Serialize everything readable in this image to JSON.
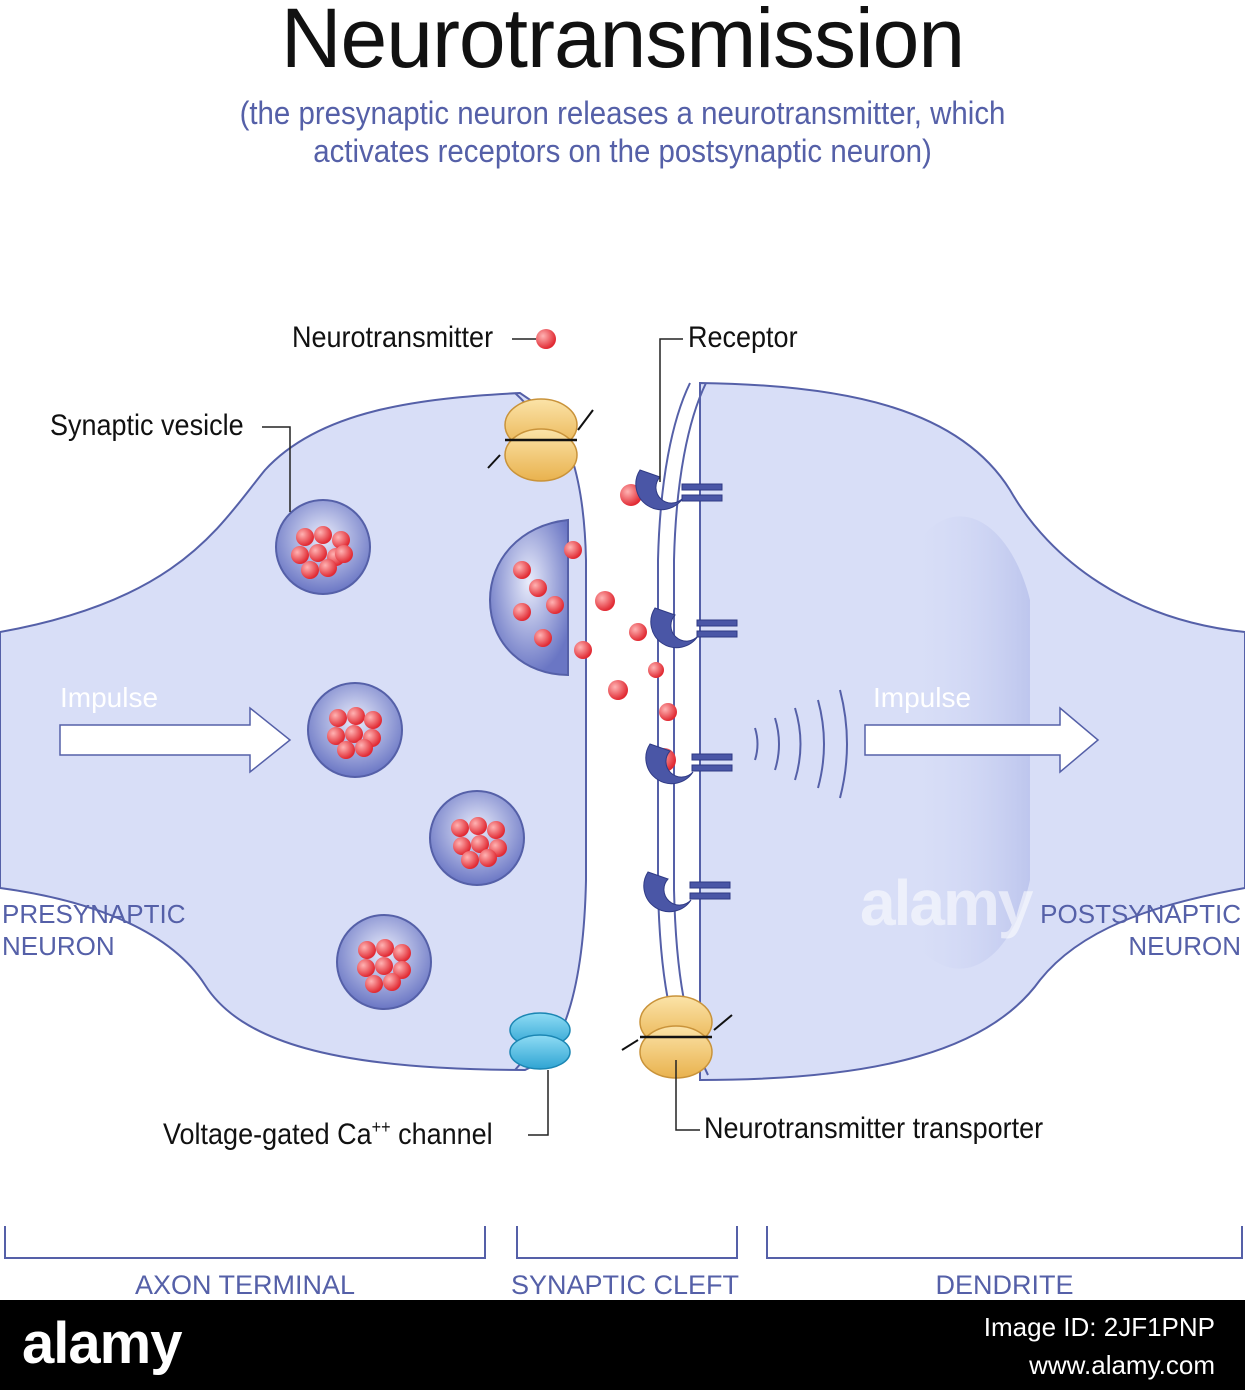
{
  "title": "Neurotransmission",
  "subtitle_line1": "(the presynaptic neuron releases a neurotransmitter, which",
  "subtitle_line2": "activates receptors on the postsynaptic neuron)",
  "labels": {
    "neurotransmitter": "Neurotransmitter",
    "receptor": "Receptor",
    "synaptic_vesicle": "Synaptic vesicle",
    "ca_channel_prefix": "Voltage-gated Ca",
    "ca_channel_sup": "++",
    "ca_channel_suffix": " channel",
    "transporter": "Neurotransmitter transporter",
    "impulse_left": "Impulse",
    "impulse_right": "Impulse",
    "presynaptic_line1": "PRESYNAPTIC",
    "presynaptic_line2": "NEURON",
    "postsynaptic_line1": "POSTSYNAPTIC",
    "postsynaptic_line2": "NEURON"
  },
  "sections": {
    "axon_terminal": "AXON TERMINAL",
    "synaptic_cleft": "SYNAPTIC CLEFT",
    "dendrite": "DENDRITE"
  },
  "footer": {
    "brand": "alamy",
    "image_id": "Image ID: 2JF1PNP",
    "url": "www.alamy.com"
  },
  "watermark": "alamy",
  "colors": {
    "membrane": "#d8def7",
    "outline": "#5560a8",
    "receptor": "#4a56a6",
    "neurotransmitter": "#e8353c",
    "transporter": "#f3c76a",
    "ca_channel": "#5cc2e6"
  }
}
